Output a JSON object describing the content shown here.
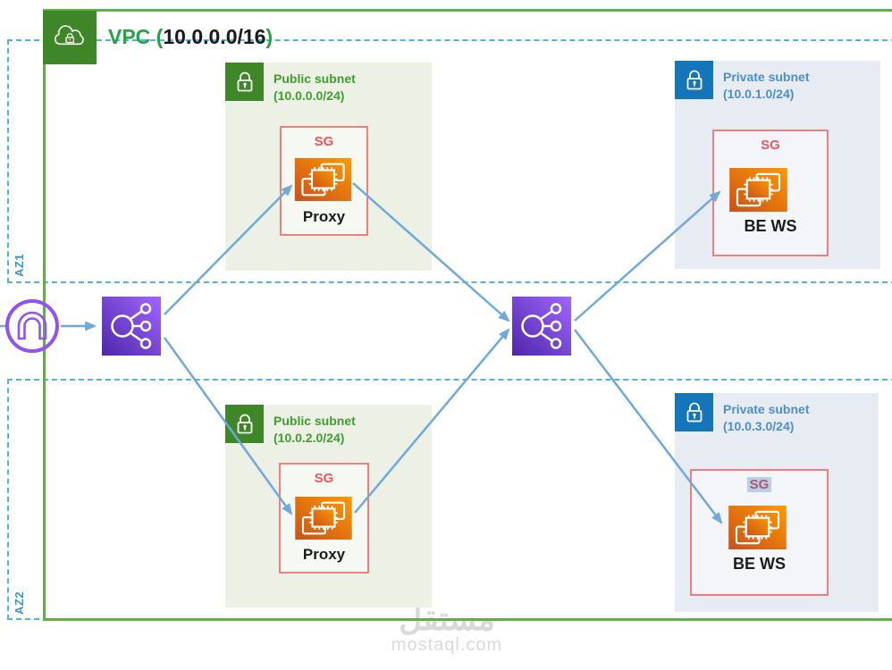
{
  "diagram": {
    "vpc": {
      "label": "VPC",
      "paren_open": " (",
      "cidr": "10.0.0.0/16",
      "paren_close": ")"
    },
    "availability_zones": [
      {
        "label": "AZ1"
      },
      {
        "label": "AZ2"
      }
    ],
    "subnets": [
      {
        "id": "public-az1",
        "type_label": "Public subnet",
        "cidr": "(10.0.0.0/24)",
        "sg_label": "SG",
        "instance_label": "Proxy",
        "sg_highlighted": false
      },
      {
        "id": "private-az1",
        "type_label": "Private subnet",
        "cidr": "(10.0.1.0/24)",
        "sg_label": "SG",
        "instance_label": "BE WS",
        "sg_highlighted": false
      },
      {
        "id": "public-az2",
        "type_label": "Public subnet",
        "cidr": "(10.0.2.0/24)",
        "sg_label": "SG",
        "instance_label": "Proxy",
        "sg_highlighted": false
      },
      {
        "id": "private-az2",
        "type_label": "Private subnet",
        "cidr": "(10.0.3.0/24)",
        "sg_label": "SG",
        "instance_label": "BE WS",
        "sg_highlighted": true
      }
    ],
    "icons": [
      "vpc-cloud-lock-icon",
      "public-subnet-lock-icon",
      "private-subnet-lock-icon",
      "client-gateway-icon",
      "load-balancer-icon",
      "ec2-instance-icon"
    ],
    "watermark": {
      "arabic": "مستقل",
      "domain": "mostaql.com"
    },
    "colors": {
      "vpc_green": "#3E8627",
      "vpc_border_green": "#5FAE49",
      "vpc_title_green": "#23A344",
      "public_text_green": "#3F9E2F",
      "public_bg": "#ECF0E5",
      "private_blue": "#1476B8",
      "private_text_blue": "#4E8FC7",
      "private_bg": "#E7EBF2",
      "sg_border": "#F17E7E",
      "sg_text": "#F2545B",
      "sg_highlight_bg": "#B8CFE6",
      "sg_highlight_text": "#B4566A",
      "az_dash_blue": "#55B1E0",
      "az_text_blue": "#3C93C7",
      "arrow_blue": "#6FA8DC",
      "ec2_gradient_start": "#C8511B",
      "ec2_gradient_end": "#FF9900",
      "elb_gradient_start": "#4D27A8",
      "elb_gradient_end": "#A166FF",
      "client_purple": "#9350F2",
      "watermark_gray": "#D9D9D9"
    }
  }
}
